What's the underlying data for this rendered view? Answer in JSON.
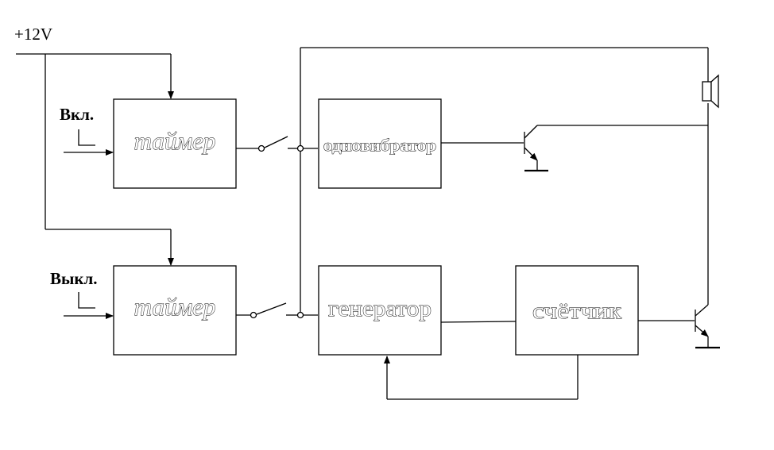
{
  "supply": {
    "label": "+12V"
  },
  "inputs": {
    "on_label": "Вкл.",
    "off_label": "Выкл."
  },
  "blocks": {
    "timer_top": "таймер",
    "timer_bottom": "таймер",
    "one_shot": "одновибратор",
    "generator": "генератор",
    "counter": "счётчик"
  }
}
